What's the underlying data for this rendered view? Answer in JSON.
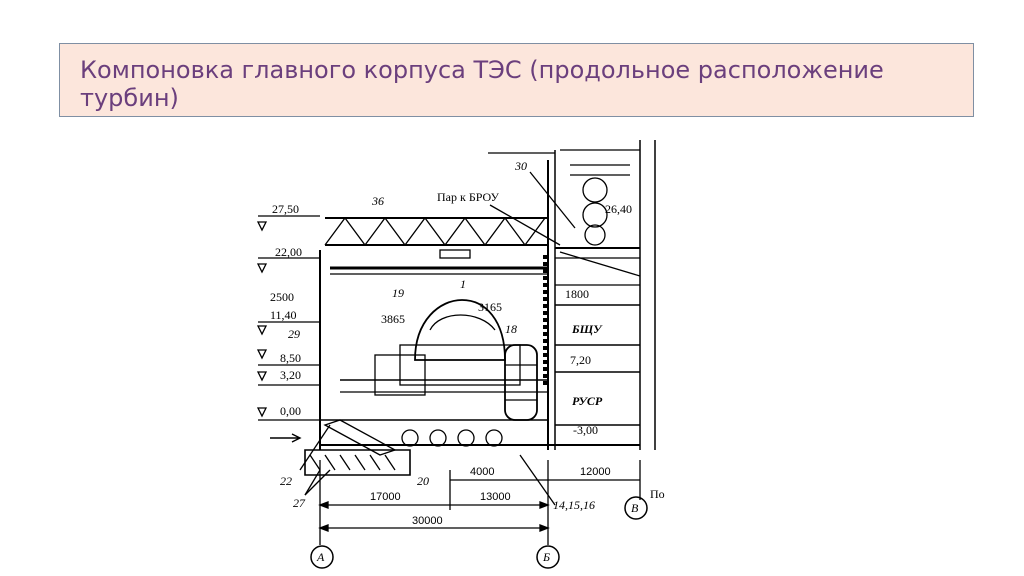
{
  "slide": {
    "title": "Компоновка главного корпуса ТЭС (продольное расположение турбин)"
  },
  "drawing": {
    "elevations": [
      "27,50",
      "22,00",
      "2500",
      "11,40",
      "8,50",
      "3,20",
      "0,00"
    ],
    "right_elevations": [
      "26,40",
      "1800",
      "7,20",
      "-3,00"
    ],
    "part_numbers": [
      "36",
      "30",
      "19",
      "1",
      "3865",
      "3165",
      "18",
      "29",
      "22",
      "27",
      "20",
      "14,15,16"
    ],
    "labels": {
      "steam_to_brou": "Пар к БРОУ",
      "control_room": "БЩУ",
      "relay_room": "РУСР"
    },
    "dimensions": [
      "4000",
      "12000",
      "17000",
      "13000",
      "30000"
    ],
    "axes": [
      "А",
      "Б",
      "В"
    ],
    "edge_text": "По"
  }
}
